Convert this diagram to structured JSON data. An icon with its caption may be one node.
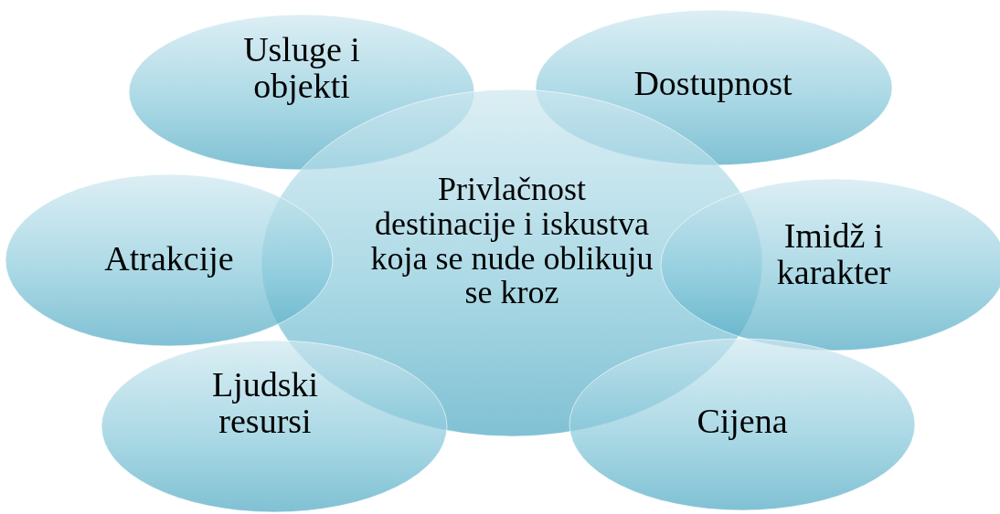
{
  "diagram": {
    "nodes": [
      {
        "text": [
          "Usluge i objekti"
        ]
      },
      {
        "text": [
          "Dostupnost"
        ]
      },
      {
        "text": [
          "Privlačnost destinacije i iskustva koja se nude oblikuju se kroz"
        ]
      },
      {
        "text": [
          "Atrakcije"
        ]
      },
      {
        "text": [
          "Imidž i karakter"
        ]
      },
      {
        "text": [
          "Ljudski resursi"
        ]
      },
      {
        "text": [
          "Cijena"
        ]
      }
    ]
  }
}
